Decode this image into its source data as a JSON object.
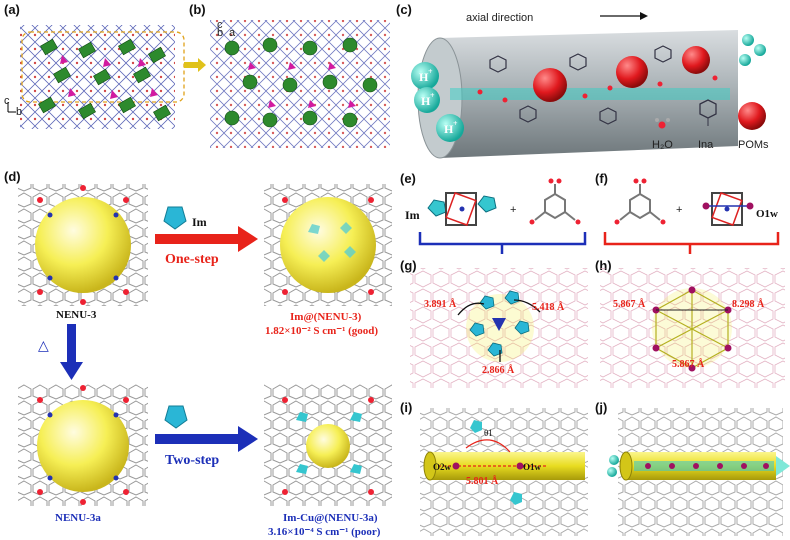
{
  "panels": {
    "a": "(a)",
    "b": "(b)",
    "c": "(c)",
    "d": "(d)",
    "e": "(e)",
    "f": "(f)",
    "g": "(g)",
    "h": "(h)",
    "i": "(i)",
    "j": "(j)"
  },
  "panel_a": {
    "axis_c": "c",
    "axis_b": "b"
  },
  "panel_b": {
    "axis_c": "c",
    "axis_b": "b",
    "axis_a": "a"
  },
  "panel_c": {
    "axial_direction": "axial direction",
    "proton": "H",
    "proton_sup": "+",
    "legend": [
      "H₂O",
      "Ina",
      "POMs"
    ]
  },
  "panel_d": {
    "nenu3": "NENU-3",
    "im": "Im",
    "one_step": "One-step",
    "im_nenu3": "Im@(NENU-3)",
    "conductivity_good": "1.82×10⁻² S cm⁻¹ (good)",
    "delta": "△",
    "nenu3a": "NENU-3a",
    "two_step": "Two-step",
    "im_cu_nenu3a": "Im-Cu@(NENU-3a)",
    "conductivity_poor": "3.16×10⁻⁴ S cm⁻¹ (poor)"
  },
  "panel_e": {
    "im": "Im",
    "plus": "+"
  },
  "panel_f": {
    "plus": "+",
    "o1w": "O1w"
  },
  "panel_g": {
    "d1": "3.891 Å",
    "d2": "5.418 Å",
    "d3": "2.866 Å"
  },
  "panel_h": {
    "d1": "5.867 Å",
    "d2": "8.298 Å",
    "d3": "5.867 Å"
  },
  "panel_i": {
    "o2w": "O2w",
    "o1w": "O1w",
    "dist": "5.801 Å",
    "angle": "θ1"
  },
  "colors": {
    "red_arrow": "#e8231a",
    "blue_arrow": "#1c2fb8",
    "cyan": "#35c6cf",
    "yellow": "#f3ef4a",
    "pore_gray": "#9aa3a6",
    "pom_red": "#e0191e",
    "green": "#2d8a2d",
    "magenta": "#d21aa0"
  }
}
